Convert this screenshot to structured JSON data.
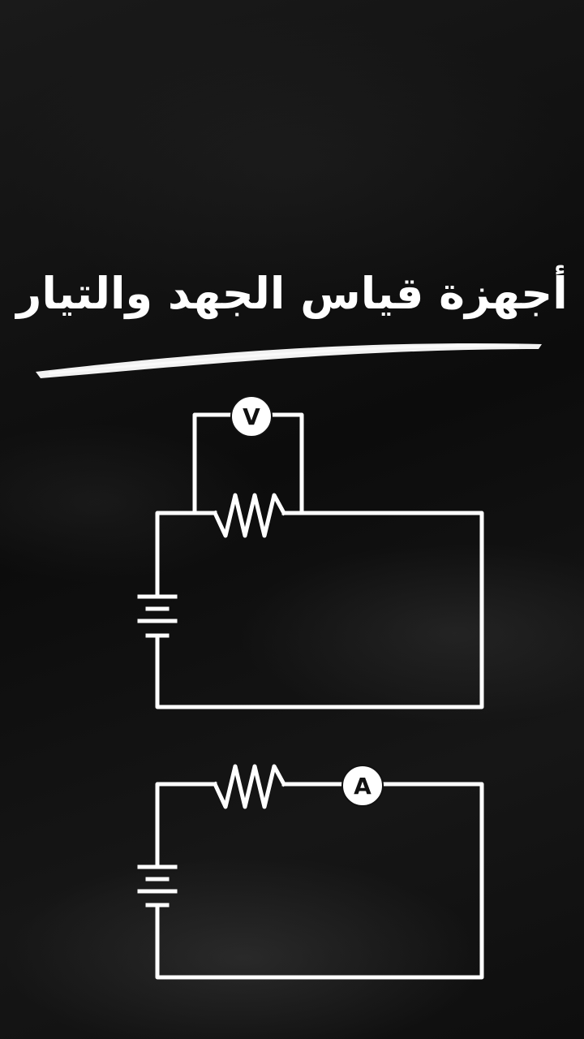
{
  "title": "أجهزة قياس الجهد والتيار",
  "circuits": [
    {
      "meter_symbol": "V",
      "meter_connection": "parallel"
    },
    {
      "meter_symbol": "A",
      "meter_connection": "series"
    }
  ],
  "colors": {
    "board": "#111111",
    "chalk": "#ffffff"
  }
}
